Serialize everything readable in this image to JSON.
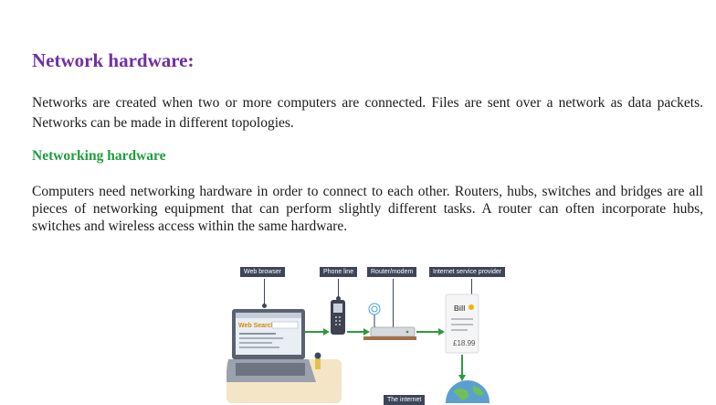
{
  "page": {
    "title": "Network hardware:",
    "intro": "Networks are created when two or more computers are connected. Files are sent over a network as data packets. Networks can be made in different topologies.",
    "subheading": "Networking hardware",
    "body": "Computers need networking hardware in order to connect to each other. Routers, hubs, switches and bridges are all pieces of networking equipment that can perform slightly different tasks. A router can often incorporate hubs, switches and wireless access within the same hardware."
  },
  "diagram": {
    "labels": {
      "web_browser": "Web browser",
      "phone_line": "Phone line",
      "router": "Router/modem",
      "isp": "Internet service provider",
      "internet": "The internet"
    },
    "screen_text": "Web Search",
    "bill_title": "Bill",
    "bill_amount": "£18.99",
    "colors": {
      "title": "#7030a0",
      "subheading": "#1e9e3e",
      "arrow": "#2e9a3c",
      "label_bg": "#3c4658"
    }
  }
}
